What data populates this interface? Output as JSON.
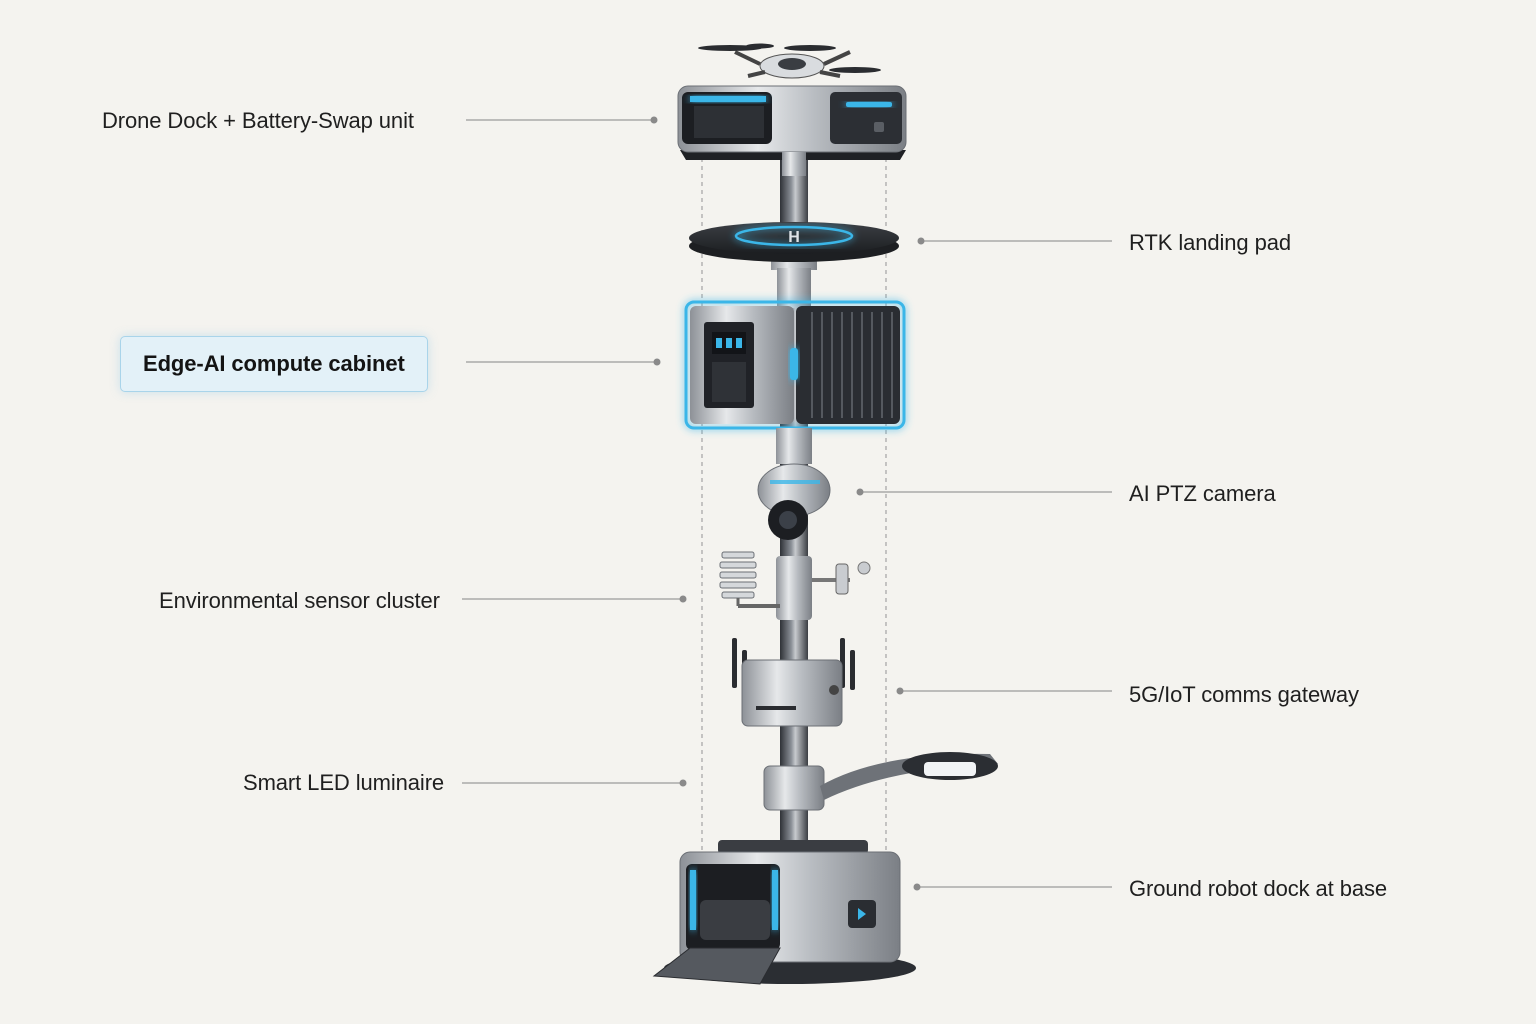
{
  "diagram": {
    "left_labels": {
      "drone_dock": "Drone Dock + Battery-Swap unit",
      "edge_ai": "Edge-AI compute cabinet",
      "env_sensor": "Environmental sensor cluster",
      "luminaire": "Smart LED luminaire"
    },
    "right_labels": {
      "landing_pad": "RTK landing pad",
      "ptz_camera": "AI PTZ camera",
      "gateway": "5G/IoT comms gateway",
      "robot_dock": "Ground robot dock at base"
    },
    "landing_pad_marking": "H",
    "highlighted_component": "Edge-AI compute cabinet",
    "colors": {
      "background": "#f4f3ef",
      "accent_glow": "#3bb6e8",
      "leader_line": "#9a9a9a",
      "metal": "#c9ccd0",
      "dark_metal": "#3a3d42"
    }
  }
}
